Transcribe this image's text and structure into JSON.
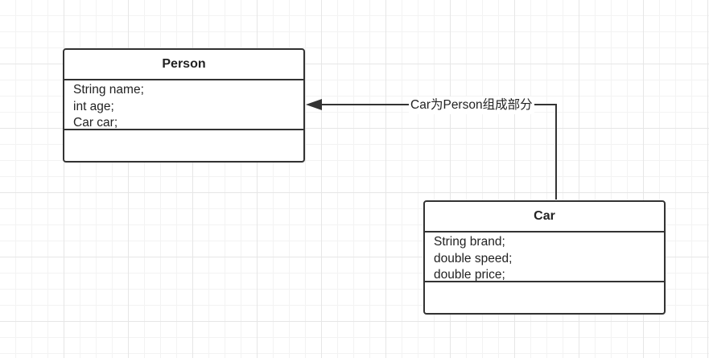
{
  "diagram": {
    "classes": {
      "person": {
        "name": "Person",
        "attributes": [
          "String name;",
          "int age;",
          "Car car;"
        ]
      },
      "car": {
        "name": "Car",
        "attributes": [
          "String brand;",
          "double speed;",
          "double price;"
        ]
      }
    },
    "relationship": {
      "label": "Car为Person组成部分",
      "line_color": "#333333"
    }
  }
}
